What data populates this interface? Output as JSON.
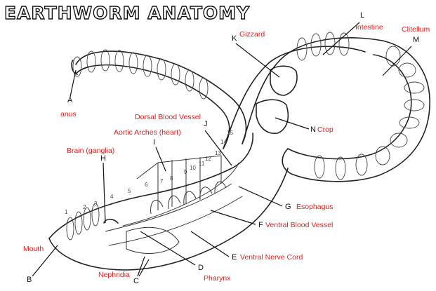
{
  "title": "EARTHWORM ANATOMY",
  "colors": {
    "label": "#e0201f",
    "line": "#222222",
    "background": "#ffffff"
  },
  "labels": [
    {
      "letter": "A",
      "name": "anus"
    },
    {
      "letter": "B",
      "name": "Mouth"
    },
    {
      "letter": "C",
      "name": "Nephridia"
    },
    {
      "letter": "D",
      "name": "Pharynx"
    },
    {
      "letter": "E",
      "name": "Ventral Nerve Cord"
    },
    {
      "letter": "F",
      "name": "Ventral Blood Vessel"
    },
    {
      "letter": "G",
      "name": "Esophagus"
    },
    {
      "letter": "H",
      "name": "Brain (ganglia)"
    },
    {
      "letter": "I",
      "name": "Aortic Arches (heart)"
    },
    {
      "letter": "J",
      "name": "Dorsal Blood Vessel"
    },
    {
      "letter": "K",
      "name": "Gizzard"
    },
    {
      "letter": "L",
      "name": "Intestine"
    },
    {
      "letter": "M",
      "name": "Clitellum"
    },
    {
      "letter": "N",
      "name": "Crop"
    }
  ],
  "segments": [
    "1",
    "2",
    "3",
    "4",
    "5",
    "6",
    "7",
    "8",
    "9",
    "10",
    "11",
    "12",
    "13",
    "14",
    "15"
  ]
}
